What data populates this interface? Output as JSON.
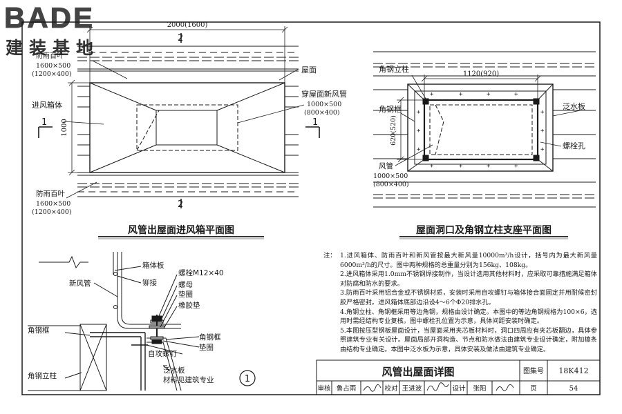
{
  "logo": {
    "brand": "BADE",
    "subtitle": "建装基地"
  },
  "plan_left": {
    "dim_top": "2000(1600)",
    "section_marker": "2",
    "section_side": "1",
    "dim_left": "1000",
    "louver_top": {
      "name": "防雨百叶",
      "size1": "1600×500",
      "size2": "(1200×400)"
    },
    "louver_bottom": {
      "name": "防雨百叶",
      "size1": "1600×500",
      "size2": "(1200×400)"
    },
    "intake_box": "进风箱体",
    "roof": "屋面",
    "duct": {
      "name": "穿屋面新风管",
      "size1": "1000×500",
      "size2": "(800×400)"
    },
    "title": "风管出屋面进风箱平面图"
  },
  "plan_right": {
    "dim_top": "1120(920)",
    "dim_left": "620(520)",
    "angle_post": "角钢立柱",
    "angle_frame": "角钢框",
    "flashing": "泛水板",
    "bolt_hole": "螺栓孔",
    "duct": {
      "name": "风管",
      "size1": "1000×500",
      "size2": "(800×400)"
    },
    "title": "屋面洞口及角钢立柱支座平面图"
  },
  "detail": {
    "box_plate": "箱体板",
    "rivet": "铆接",
    "new_duct": "新风管",
    "bolt": "螺栓M12×40",
    "nut": "螺母",
    "washer": "垫圈",
    "rubber_pad": "橡胶垫",
    "angle_frame_left": "角钢框",
    "angle_frame_right": "角钢框",
    "washer2": "垫圈",
    "screw": "自攻螺钉",
    "flashing": "泛水板",
    "material": "材料见建筑专业",
    "angle_post": "角钢立柱",
    "detail_number": "1"
  },
  "notes": {
    "prefix": "注：",
    "items": [
      "1.进风箱体、防雨百叶和新风管按最大新风量10000m³/h设计，括号内为最大新风量6000m³/h的尺寸。图中两种规格的总重量分别为156kg、108kg。",
      "2.进风箱体采用1.0mm不锈钢焊接制作，当设计选用其他材料时，应采取可靠措施满足箱体对防腐和防水的要求。",
      "3.防雨百叶采用铝合金或不锈钢材质，安装时采用自攻螺钉与箱体接合面固定并用耐候密封胶严格密封。进风箱体底部边沿设4～6个Φ20排水孔。",
      "4.角钢立柱、角钢框采用等边角钢，规格由设计确定。本图中的等边角钢规格为100×6，选用时需经结构专业复核。图中螺栓孔位置为示意，具体间距安装时确定。",
      "5.本图按压型钢板屋面设计，当屋面采用夹芯板材料时，洞口四周应有夹芯板翻边，具体参照建筑专业有关设计。屋面局部开洞构造、节点和防水做法由建筑专业设计确定，附加檩条由结构专业确定。本图中泛水板为示意，具体安装及做法由建筑专业确定。"
    ]
  },
  "title_block": {
    "title": "风管出屋面详图",
    "atlas_label": "图集号",
    "atlas_number": "18K412",
    "review_label": "审核",
    "reviewer": "鲁占雨",
    "check_label": "校对",
    "checker": "王进波",
    "design_label": "设计",
    "designer": "张阳",
    "page_label": "页",
    "page_number": "54"
  }
}
